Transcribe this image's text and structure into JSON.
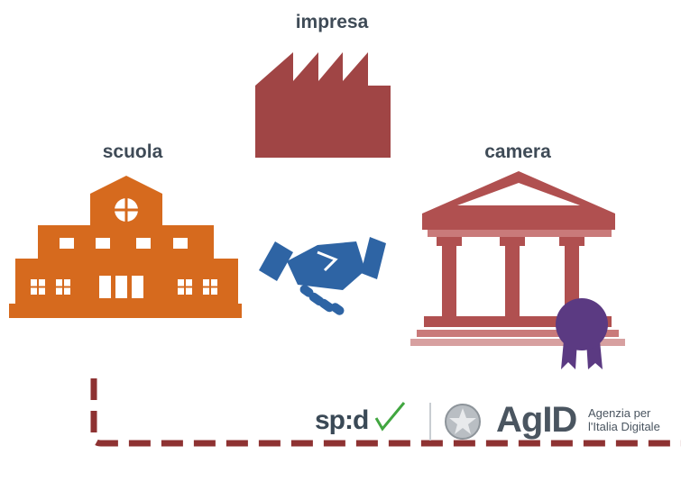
{
  "labels": {
    "impresa": "impresa",
    "scuola": "scuola",
    "camera": "camera"
  },
  "logos": {
    "spid": "sp:d",
    "agid": "AgID",
    "agid_tagline_1": "Agenzia per",
    "agid_tagline_2": "l'Italia Digitale"
  },
  "colors": {
    "factory": "#a04545",
    "school": "#d66a1e",
    "handshake": "#2e64a4",
    "camera": "#b05050",
    "badge": "#5b3a82",
    "dashed_path": "#8e3232",
    "spid_check": "#41a640"
  },
  "icons": [
    "factory-icon",
    "school-icon",
    "handshake-icon",
    "chamber-building-icon",
    "certificate-badge-icon",
    "spid-check-icon",
    "italian-emblem-icon"
  ]
}
